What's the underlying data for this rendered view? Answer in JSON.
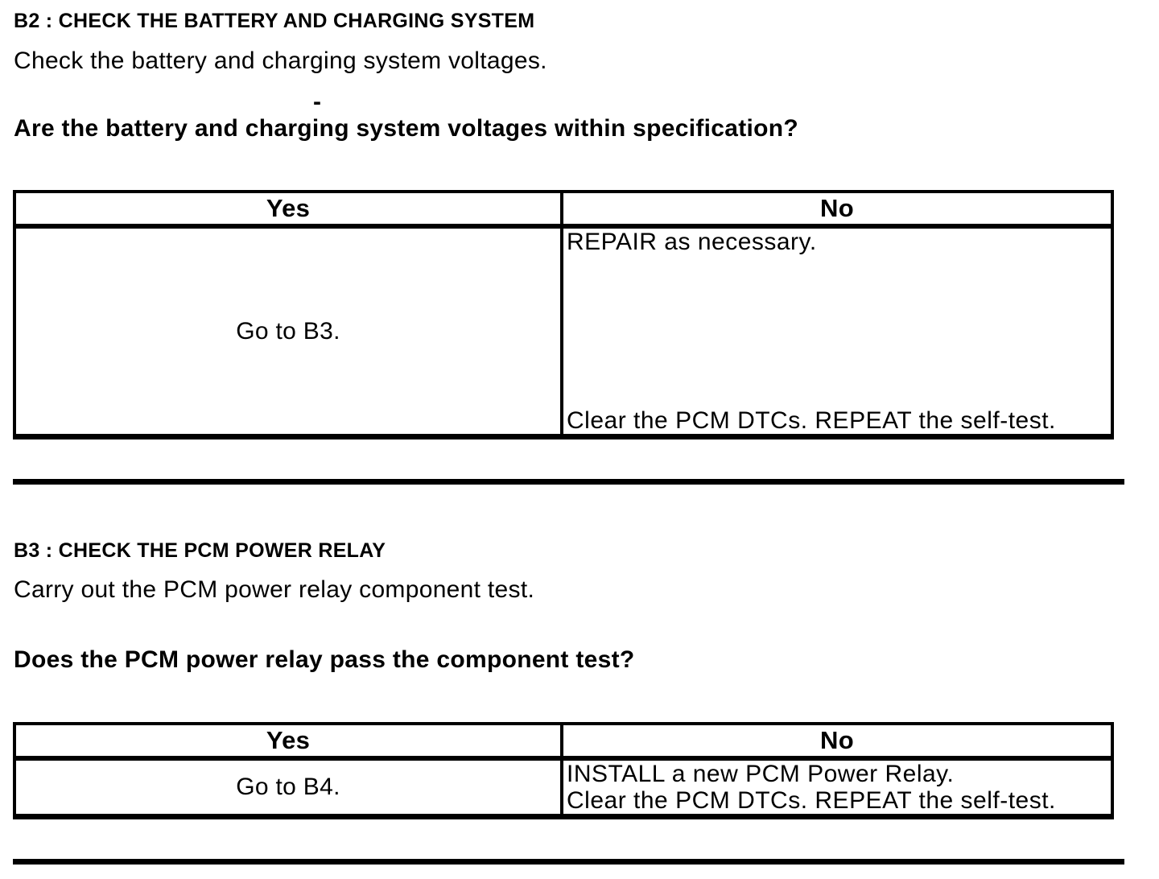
{
  "page": {
    "background_color": "#ffffff",
    "text_color": "#000000",
    "stray_mark": "-"
  },
  "sections": [
    {
      "id": "B2",
      "heading": "B2 : CHECK THE BATTERY AND CHARGING SYSTEM",
      "instruction": "Check the battery and charging system voltages.",
      "question": "Are the battery and charging system voltages within specification?",
      "table": {
        "headers": {
          "yes": "Yes",
          "no": "No"
        },
        "yes_action": "Go to B3.",
        "no_actions": [
          "REPAIR as necessary.",
          "Clear the PCM DTCs. REPEAT the self-test."
        ]
      }
    },
    {
      "id": "B3",
      "heading": "B3 : CHECK THE PCM POWER RELAY",
      "instruction": "Carry out the PCM power relay component test.",
      "question": "Does the PCM power relay pass the component test?",
      "table": {
        "headers": {
          "yes": "Yes",
          "no": "No"
        },
        "yes_action": "Go to B4.",
        "no_actions": [
          "INSTALL a new PCM Power Relay.",
          "Clear the PCM DTCs. REPEAT the self-test."
        ]
      }
    }
  ]
}
